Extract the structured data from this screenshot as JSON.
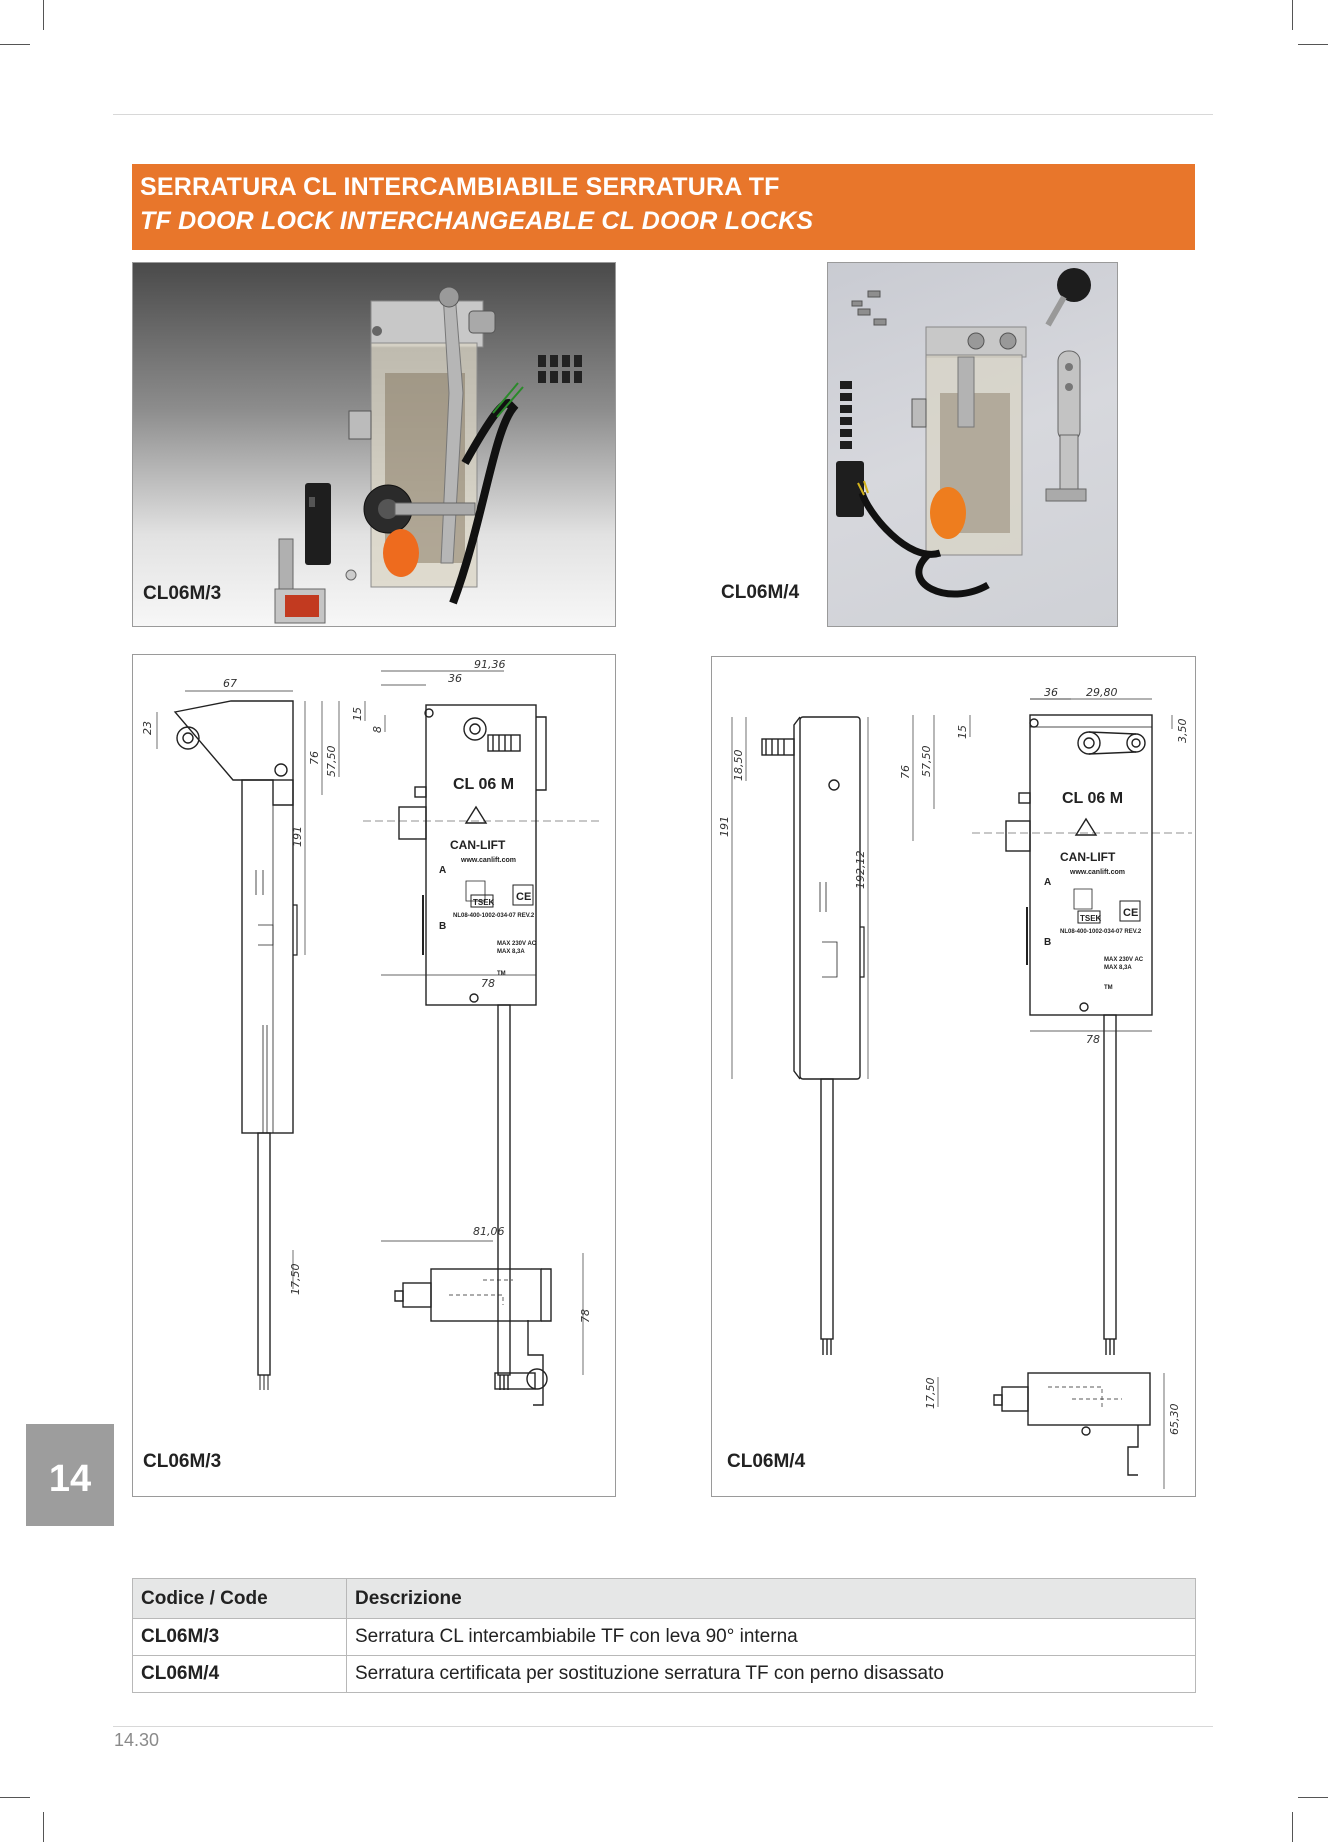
{
  "section": {
    "title_it": "SERRATURA CL INTERCAMBIABILE SERRATURA TF",
    "title_en": "TF DOOR LOCK INTERCHANGEABLE CL DOOR LOCKS"
  },
  "photos": [
    {
      "caption": "CL06M/3"
    },
    {
      "caption": "CL06M/4"
    }
  ],
  "drawings": {
    "cl06m3": {
      "caption": "CL06M/3",
      "device_label": "CL 06 M",
      "brand": "CAN-LIFT",
      "website": "www.canlift.com",
      "approval": "TSEK",
      "ce": "CE",
      "cert_code": "NL08-400-1002-034-07 REV.2",
      "rating_v": "MAX 230V AC",
      "rating_a": "MAX 8,3A",
      "terminal_a": "A",
      "terminal_b": "B",
      "tm": "TM",
      "dims": {
        "d67": "67",
        "d23": "23",
        "d191": "191",
        "d76": "76",
        "d5750": "57,50",
        "d15": "15",
        "d8": "8",
        "d9136": "91,36",
        "d36": "36",
        "d78": "78",
        "d8106": "81,06",
        "d1750": "17,50",
        "d78b": "78"
      }
    },
    "cl06m4": {
      "caption": "CL06M/4",
      "device_label": "CL 06 M",
      "brand": "CAN-LIFT",
      "website": "www.canlift.com",
      "approval": "TSEK",
      "ce": "CE",
      "cert_code": "NL08-400-1002-034-07 REV.2",
      "rating_v": "MAX 230V AC",
      "rating_a": "MAX 8,3A",
      "terminal_a": "A",
      "terminal_b": "B",
      "tm": "TM",
      "dims": {
        "d1850": "18,50",
        "d191": "191",
        "d19212": "192,12",
        "d76": "76",
        "d5750": "57,50",
        "d15": "15",
        "d36": "36",
        "d2980": "29,80",
        "d350": "3,50",
        "d78": "78",
        "d1750": "17,50",
        "d6530": "65,30"
      }
    }
  },
  "side_tab": "14",
  "table": {
    "headers": [
      "Codice / Code",
      "Descrizione"
    ],
    "rows": [
      {
        "code": "CL06M/3",
        "desc": "Serratura CL intercambiabile TF con leva 90° interna"
      },
      {
        "code": "CL06M/4",
        "desc": "Serratura certificata per sostituzione serratura TF con perno disassato"
      }
    ]
  },
  "page_number": "14.30",
  "colors": {
    "accent": "#e8762b",
    "tab": "#9d9d9d",
    "header_bg": "#e6e7e7"
  }
}
